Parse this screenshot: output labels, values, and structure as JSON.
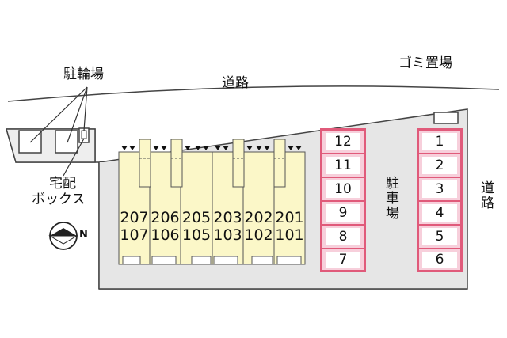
{
  "labels": {
    "bicycle_parking": "駐輪場",
    "road_top": "道路",
    "garbage": "ゴミ置場",
    "delivery_box_line1": "宅配",
    "delivery_box_line2": "ボックス",
    "parking": "駐車場",
    "road_right": "道路",
    "north": "N"
  },
  "units_top": [
    "207",
    "206",
    "205",
    "203",
    "202",
    "201"
  ],
  "units_bottom": [
    "107",
    "106",
    "105",
    "103",
    "102",
    "101"
  ],
  "parking_left": [
    "12",
    "11",
    "10",
    "9",
    "8",
    "7"
  ],
  "parking_right": [
    "1",
    "2",
    "3",
    "4",
    "5",
    "6"
  ],
  "colors": {
    "building_fill": "#fbf7c8",
    "parking_border": "#e05a7a",
    "parking_fill": "#f7cfdb",
    "site_fill": "#e6e6e6"
  }
}
